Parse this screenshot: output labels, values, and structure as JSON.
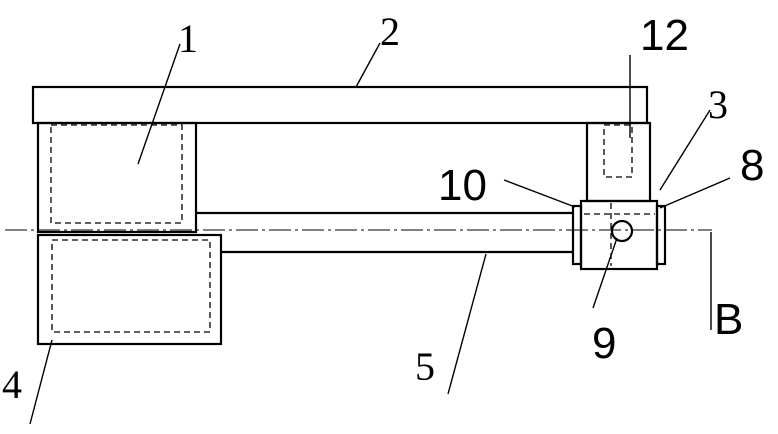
{
  "diagram": {
    "labels": {
      "part1": "1",
      "part2": "2",
      "part3": "3",
      "part4": "4",
      "part5": "5",
      "part8": "8",
      "part9": "9",
      "part10": "10",
      "part12": "12",
      "section": "B"
    }
  }
}
